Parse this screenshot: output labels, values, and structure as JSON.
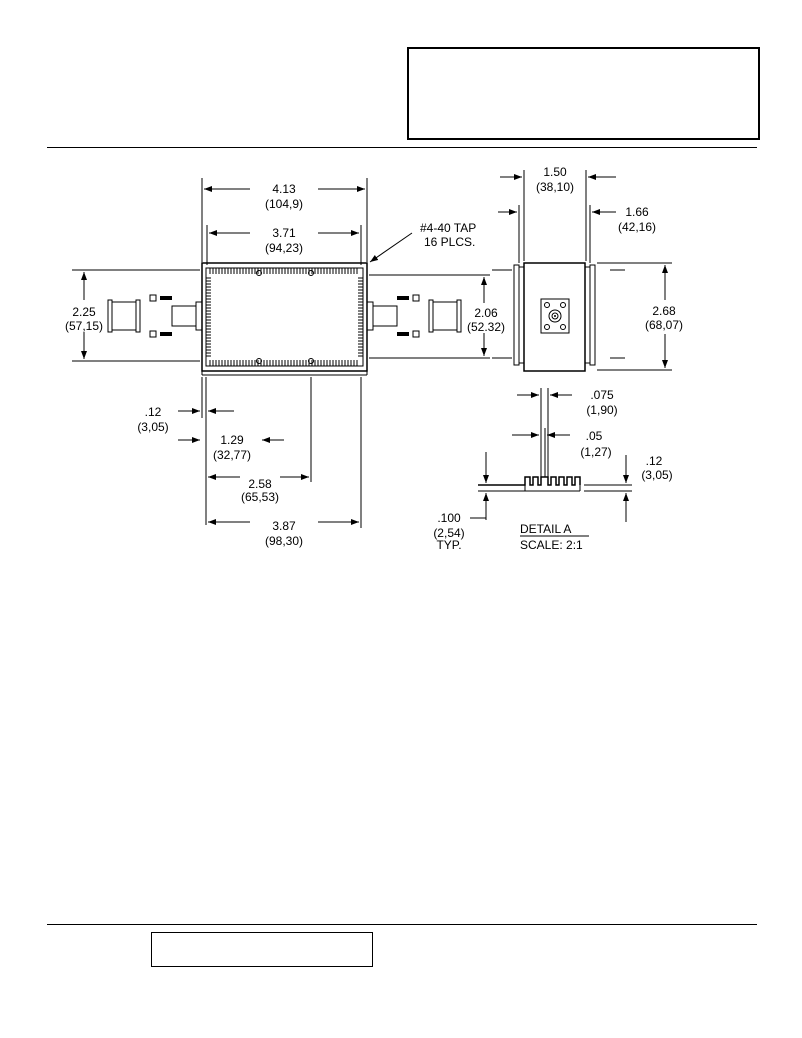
{
  "dimensions": {
    "overall_width": {
      "in": "4.13",
      "mm": "(104,9)"
    },
    "inner_width": {
      "in": "3.71",
      "mm": "(94,23)"
    },
    "height_left": {
      "in": "2.25",
      "mm": "(57,15)"
    },
    "height_right": {
      "in": "2.06",
      "mm": "(52.32)"
    },
    "offset_left": {
      "in": ".12",
      "mm": "(3,05)"
    },
    "center_span": {
      "in": "1.29",
      "mm": "(32,77)"
    },
    "half_span": {
      "in": "2.58",
      "mm": "(65,53)"
    },
    "bottom_width": {
      "in": "3.87",
      "mm": "(98,30)"
    },
    "side_width": {
      "in": "1.50",
      "mm": "(38,10)"
    },
    "side_outer": {
      "in": "1.66",
      "mm": "(42,16)"
    },
    "side_height": {
      "in": "2.68",
      "mm": "(68,07)"
    },
    "fin_pitch": {
      "in": ".075",
      "mm": "(1,90)"
    },
    "fin_gap": {
      "in": ".05",
      "mm": "(1,27)"
    },
    "fin_height": {
      "in": ".12",
      "mm": "(3,05)"
    },
    "fin_base": {
      "in": ".100",
      "mm": "(2,54)",
      "note": "TYP."
    }
  },
  "callout": {
    "line1": "#4-40 TAP",
    "line2": "16 PLCS."
  },
  "detail": {
    "title": "DETAIL A",
    "scale": "SCALE: 2:1"
  }
}
